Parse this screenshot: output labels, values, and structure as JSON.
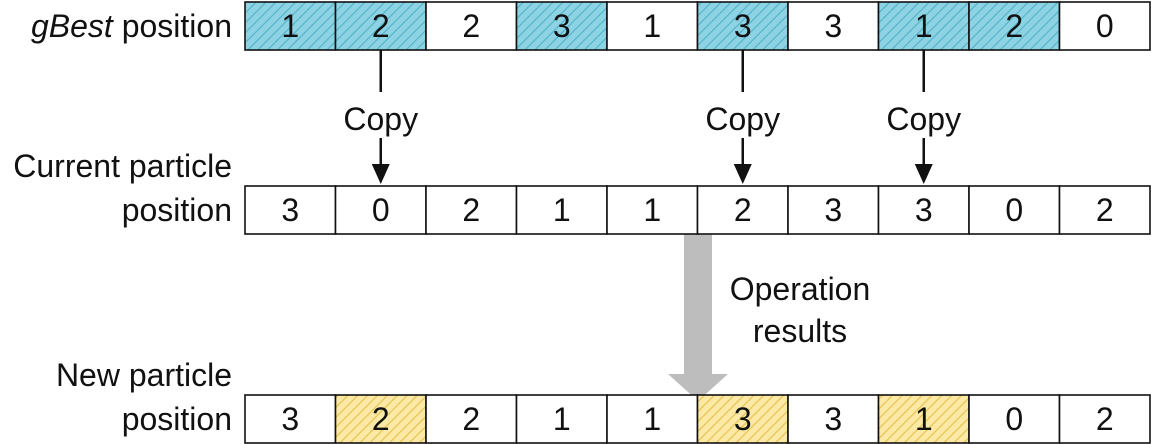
{
  "colors": {
    "cell_border": "#111111",
    "gbest_fill": "#8ed3e3",
    "gbest_hatch": "#4fb2c9",
    "new_fill": "#fbe9a5",
    "new_hatch": "#e4c04b",
    "arrow": "#111111",
    "big_arrow": "#bdbdbd"
  },
  "rows": [
    {
      "id": "gbest",
      "label_lines": [
        {
          "parts": [
            {
              "text": "gBest",
              "italic": true
            },
            {
              "text": " position",
              "italic": false
            }
          ]
        }
      ],
      "values": [
        "1",
        "2",
        "2",
        "3",
        "1",
        "3",
        "3",
        "1",
        "2",
        "0"
      ],
      "highlighted": [
        0,
        1,
        3,
        5,
        7,
        8
      ],
      "highlight_style": "blue-hatch"
    },
    {
      "id": "current",
      "label_lines": [
        {
          "parts": [
            {
              "text": "Current particle",
              "italic": false
            }
          ]
        },
        {
          "parts": [
            {
              "text": "position",
              "italic": false
            }
          ]
        }
      ],
      "values": [
        "3",
        "0",
        "2",
        "1",
        "1",
        "2",
        "3",
        "3",
        "0",
        "2"
      ],
      "highlighted": [],
      "highlight_style": "none"
    },
    {
      "id": "new",
      "label_lines": [
        {
          "parts": [
            {
              "text": "New particle",
              "italic": false
            }
          ]
        },
        {
          "parts": [
            {
              "text": "position",
              "italic": false
            }
          ]
        }
      ],
      "values": [
        "3",
        "2",
        "2",
        "1",
        "1",
        "3",
        "3",
        "1",
        "0",
        "2"
      ],
      "highlighted": [
        1,
        5,
        7
      ],
      "highlight_style": "yellow-hatch"
    }
  ],
  "copy_arrows": [
    {
      "cell_index": 1,
      "label": "Copy"
    },
    {
      "cell_index": 5,
      "label": "Copy"
    },
    {
      "cell_index": 7,
      "label": "Copy"
    }
  ],
  "operation_arrow": {
    "label_lines": [
      "Operation",
      "results"
    ]
  }
}
